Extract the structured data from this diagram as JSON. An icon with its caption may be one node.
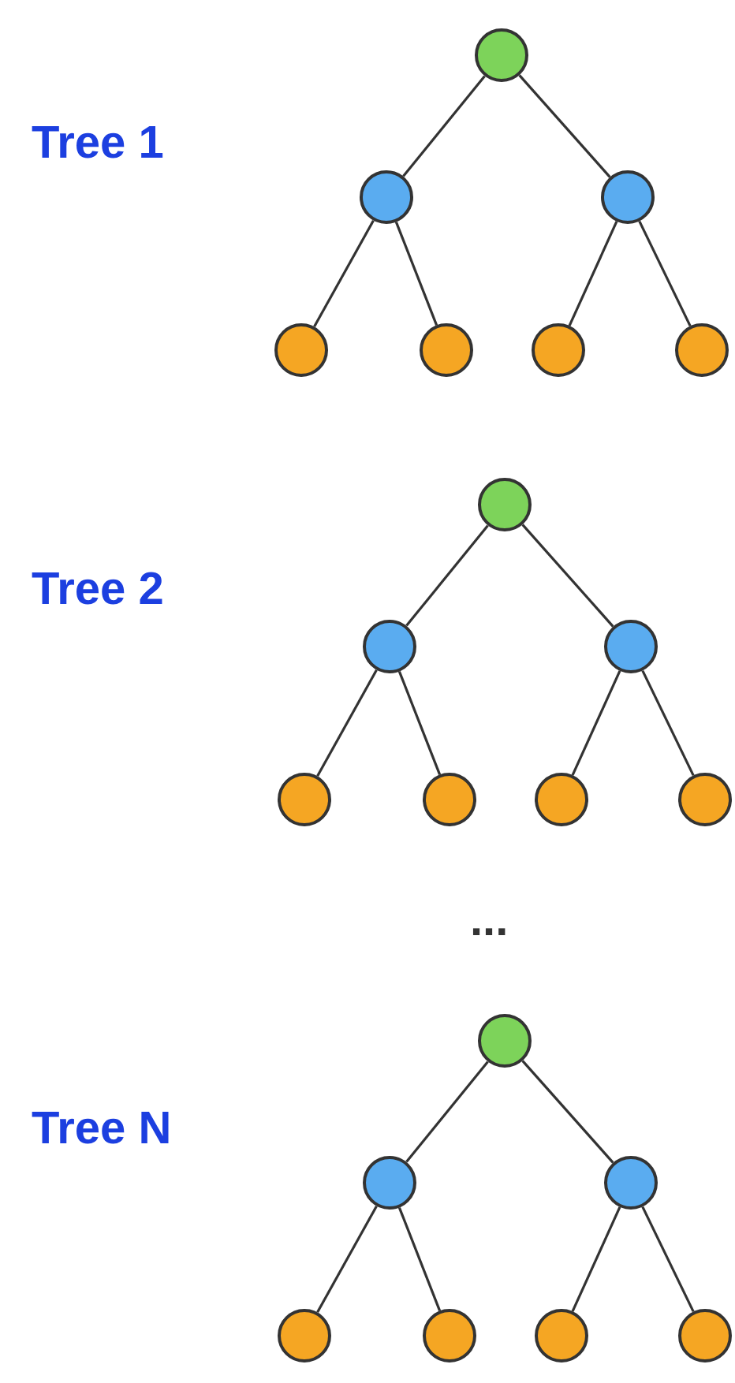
{
  "diagram": {
    "nodes": [
      {
        "text": [],
        "shape": "circle"
      },
      {
        "text": [],
        "shape": "circle"
      },
      {
        "text": [],
        "shape": "circle"
      },
      {
        "text": [],
        "shape": "circle"
      },
      {
        "text": [],
        "shape": "circle"
      },
      {
        "text": [],
        "shape": "circle"
      },
      {
        "text": [],
        "shape": "circle"
      },
      {
        "text": [],
        "shape": "circle"
      },
      {
        "text": [],
        "shape": "circle"
      },
      {
        "text": [],
        "shape": "circle"
      },
      {
        "text": [],
        "shape": "circle"
      },
      {
        "text": [],
        "shape": "circle"
      },
      {
        "text": [],
        "shape": "circle"
      },
      {
        "text": [],
        "shape": "circle"
      },
      {
        "text": [],
        "shape": "circle"
      },
      {
        "text": [],
        "shape": "circle"
      },
      {
        "text": [],
        "shape": "circle"
      },
      {
        "text": [],
        "shape": "circle"
      },
      {
        "text": [],
        "shape": "circle"
      },
      {
        "text": [],
        "shape": "circle"
      },
      {
        "text": [],
        "shape": "circle"
      }
    ],
    "edges": [
      {
        "from": 0,
        "to": 1,
        "arrow": "none"
      },
      {
        "from": 0,
        "to": 2,
        "arrow": "none"
      },
      {
        "from": 1,
        "to": 3,
        "arrow": "none"
      },
      {
        "from": 1,
        "to": 4,
        "arrow": "none"
      },
      {
        "from": 2,
        "to": 5,
        "arrow": "none"
      },
      {
        "from": 2,
        "to": 6,
        "arrow": "none"
      },
      {
        "from": 7,
        "to": 8,
        "arrow": "none"
      },
      {
        "from": 7,
        "to": 9,
        "arrow": "none"
      },
      {
        "from": 8,
        "to": 10,
        "arrow": "none"
      },
      {
        "from": 8,
        "to": 11,
        "arrow": "none"
      },
      {
        "from": 9,
        "to": 12,
        "arrow": "none"
      },
      {
        "from": 9,
        "to": 13,
        "arrow": "none"
      },
      {
        "from": 14,
        "to": 15,
        "arrow": "none"
      },
      {
        "from": 14,
        "to": 16,
        "arrow": "none"
      },
      {
        "from": 15,
        "to": 17,
        "arrow": "none"
      },
      {
        "from": 15,
        "to": 18,
        "arrow": "none"
      },
      {
        "from": 16,
        "to": 19,
        "arrow": "none"
      },
      {
        "from": 16,
        "to": 20,
        "arrow": "none"
      }
    ],
    "labels": [
      "Tree 1",
      "Tree 2",
      "...",
      "Tree N"
    ]
  }
}
